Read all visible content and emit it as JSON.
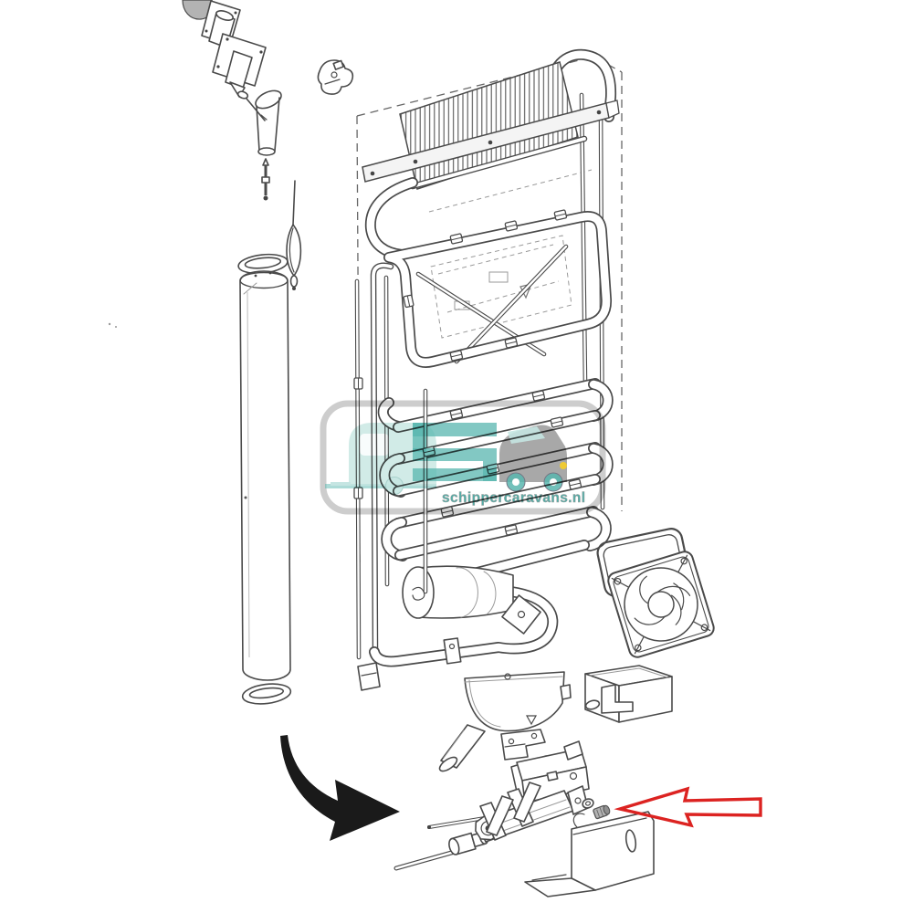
{
  "image": {
    "type": "exploded-parts-diagram",
    "subject": "caravan absorption refrigerator cooling unit and burner, exploded view",
    "background": "#ffffff"
  },
  "watermark": {
    "text": "schippercaravans.nl"
  },
  "annotations": {
    "highlight_arrow": "red outlined arrow pointing left at the burner jet",
    "flow_arrow": "solid black curved arrow pointing toward the burner assembly"
  },
  "colors": {
    "line": "#4a4a4a",
    "line_light": "#9a9a9a",
    "red": "#dc2321",
    "black": "#1a1a1a",
    "teal": "#45aea6",
    "teal_light": "#bfe3df",
    "teal_text": "#2f9e96",
    "car_gray": "#8d8d8d",
    "border_gray": "#c8c8c8",
    "yellow": "#ecc51f",
    "metal_gray": "#b3b3b3",
    "fill_light": "#f4f4f4"
  },
  "parts": [
    "flue-top-assembly",
    "burner-clip",
    "flue-adapter",
    "igniter-electrode",
    "flue-baffle",
    "flue-gasket-top",
    "flue-tube",
    "flue-gasket-bottom",
    "cooling-unit-outline",
    "condenser-fins",
    "condenser-mounting-bar",
    "evaporator-frame",
    "absorber-coils",
    "boiler-vessel",
    "vertical-flue-duct",
    "cooling-fan",
    "fan-bracket",
    "drip-tray",
    "burner-housing",
    "gas-pipe",
    "gas-union",
    "thermocouple",
    "burner-body",
    "burner-washer",
    "burner-jet",
    "burner-mounting-bracket",
    "flow-arrow",
    "highlight-arrow",
    "watermark-logo"
  ]
}
